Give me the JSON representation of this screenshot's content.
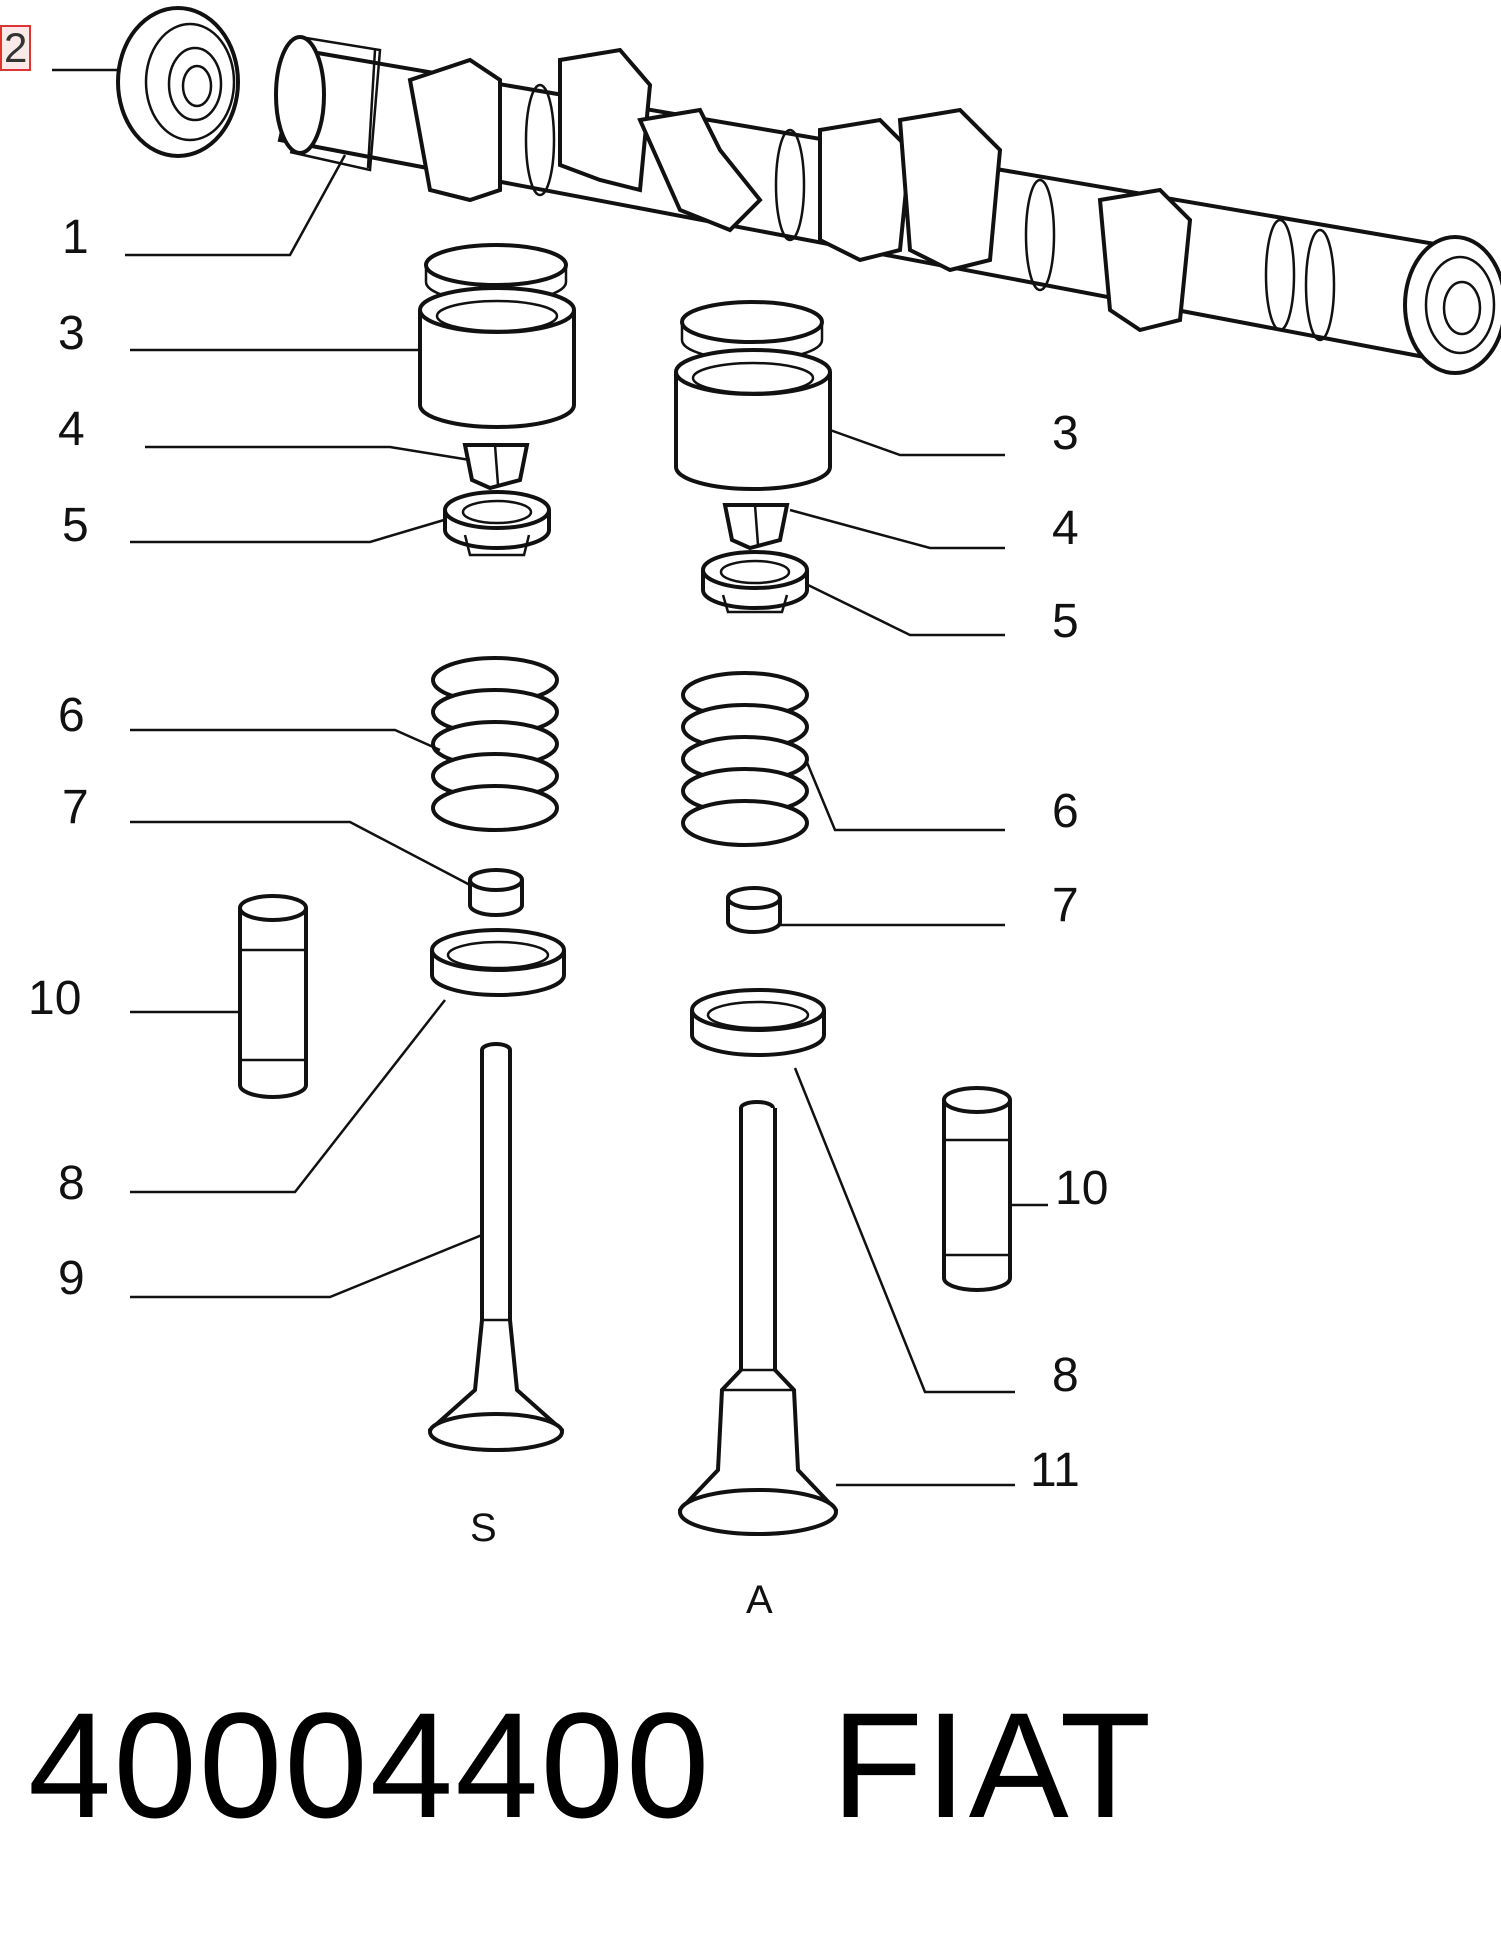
{
  "diagram": {
    "callouts": {
      "c2": "2",
      "c1": "1",
      "c3l": "3",
      "c4l": "4",
      "c5l": "5",
      "c6l": "6",
      "c7l": "7",
      "c10l": "10",
      "c8l": "8",
      "c9l": "9",
      "c3r": "3",
      "c4r": "4",
      "c5r": "5",
      "c6r": "6",
      "c7r": "7",
      "c10r": "10",
      "c8r": "8",
      "c11r": "11"
    },
    "valve_labels": {
      "left": "S",
      "right": "A"
    }
  },
  "footer": {
    "part_number": "40004400",
    "brand": "FIAT"
  }
}
